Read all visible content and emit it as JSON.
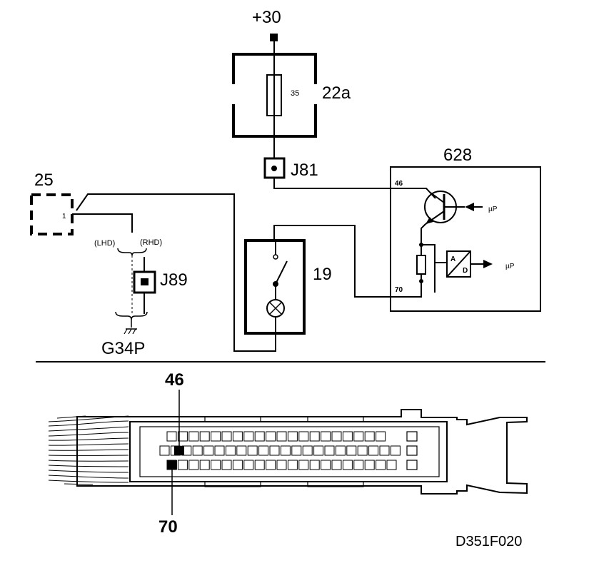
{
  "supply": {
    "label": "+30"
  },
  "fuse_box": {
    "id": "22a",
    "fuse_rating": "35"
  },
  "connectors": {
    "j81": "J81",
    "j89": "J89"
  },
  "ground": {
    "label": "G34P"
  },
  "component_25": {
    "id": "25",
    "pin": "1"
  },
  "variants": {
    "lhd": "(LHD)",
    "rhd": "(RHD)"
  },
  "lamp_switch": {
    "id": "19"
  },
  "ecu": {
    "id": "628",
    "pin_top": "46",
    "pin_bottom": "70",
    "adc_a": "A",
    "adc_d": "D",
    "mp_1": "µP",
    "mp_2": "µP"
  },
  "connector_view": {
    "pin_top": "46",
    "pin_bottom": "70"
  },
  "figure_ref": "D351F020"
}
